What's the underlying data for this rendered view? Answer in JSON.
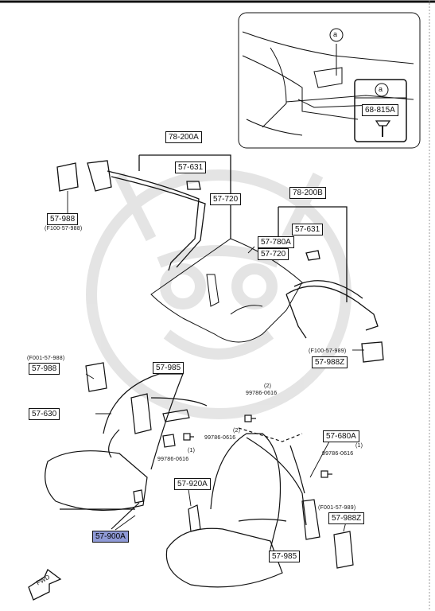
{
  "callouts": {
    "a_circle": "a",
    "part_68815A": "68-815A",
    "part_78200A": "78-200A",
    "part_57631_left": "57-631",
    "part_57720_left": "57-720",
    "part_57988": "57-988",
    "note_57988": "(F100-57-988)",
    "part_78200B": "78-200B",
    "part_57631_right": "57-631",
    "part_57780A": "57-780A",
    "part_57720_right": "57-720",
    "note_57988Z_upper": "(F100-57-989)",
    "part_57988Z_upper": "57-988Z",
    "note_57988_lower": "(F001-57-988)",
    "part_57988_lower": "57-988",
    "part_57985_upper": "57-985",
    "part_57630": "57-630",
    "screw_upper_num": "(2)",
    "screw_upper": "99786-0616",
    "screw_mid_num": "(2)",
    "screw_mid": "99786-0616",
    "screw_left": "99786-0616",
    "screw_left_num": "(1)",
    "part_57680A": "57-680A",
    "screw_right_num": "(1)",
    "screw_right": "99786-0616",
    "part_57920A": "57-920A",
    "note_57988Z_lower": "(F001-57-989)",
    "part_57988Z_lower": "57-988Z",
    "part_57900A": "57-900A",
    "part_57985_lower": "57-985",
    "fwd": "FWD"
  },
  "colors": {
    "highlight": "#8f9ad6",
    "line": "#111111"
  },
  "icons": [
    "fwd-arrow-icon",
    "screw-icon",
    "watermark-emblem"
  ]
}
